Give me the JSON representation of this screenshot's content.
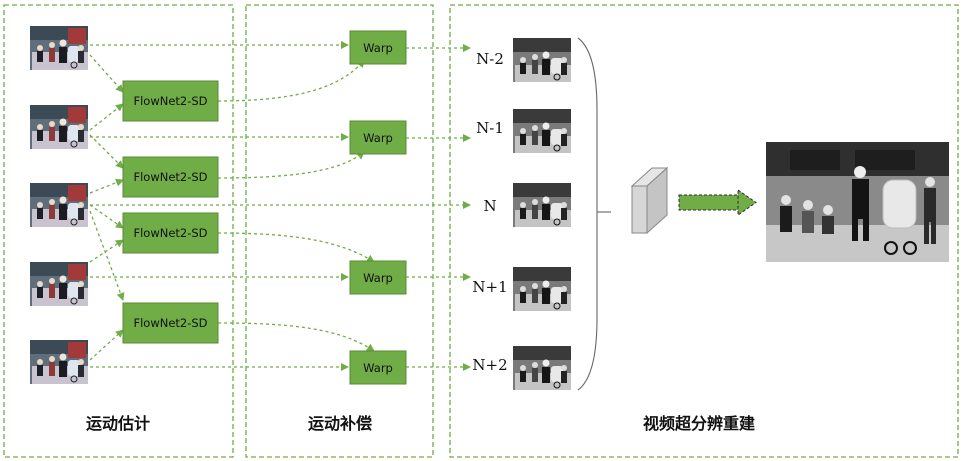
{
  "sections": [
    {
      "id": "motion-estimation",
      "label": "运动估计"
    },
    {
      "id": "motion-compensation",
      "label": "运动补偿"
    },
    {
      "id": "video-sr",
      "label": "视频超分辨重建"
    }
  ],
  "flownet_label": "FlowNet2-SD",
  "warp_label": "Warp",
  "frame_labels": [
    "N-2",
    "N-1",
    "N",
    "N+1",
    "N+2"
  ],
  "colors": {
    "box_fill": "#70ad47",
    "box_stroke": "#5a8a38",
    "arrow": "#70ad47",
    "section_border": "#70ad47",
    "photo_color_bg": "#6c7c86",
    "photo_gray_bg": "#8a8a8a"
  }
}
